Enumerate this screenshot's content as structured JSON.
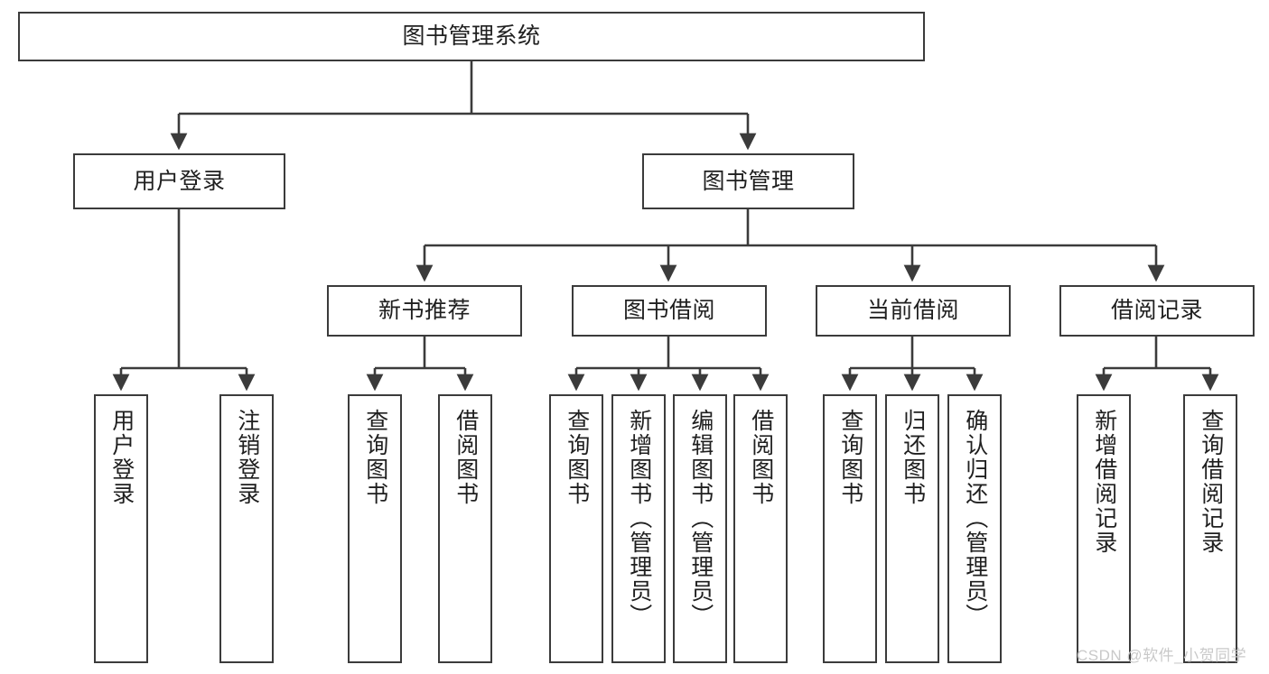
{
  "diagram": {
    "kind": "tree-hierarchy",
    "title": "图书管理系统",
    "line_color": "#3b3b3b",
    "box_fill": "#ffffff",
    "text_color": "#1f1f1f",
    "root": {
      "label": "图书管理系统"
    },
    "level2": [
      {
        "label": "用户登录"
      },
      {
        "label": "图书管理"
      }
    ],
    "level3": [
      {
        "label": "新书推荐"
      },
      {
        "label": "图书借阅"
      },
      {
        "label": "当前借阅"
      },
      {
        "label": "借阅记录"
      }
    ],
    "leaves": {
      "user_login": [
        {
          "label": "用户登录"
        },
        {
          "label": "注销登录"
        }
      ],
      "new_book_recommend": [
        {
          "label": "查询图书"
        },
        {
          "label": "借阅图书"
        }
      ],
      "book_borrow": [
        {
          "label": "查询图书"
        },
        {
          "label": "新增图书（管理员）"
        },
        {
          "label": "编辑图书（管理员）"
        },
        {
          "label": "借阅图书"
        }
      ],
      "current_borrow": [
        {
          "label": "查询图书"
        },
        {
          "label": "归还图书"
        },
        {
          "label": "确认归还（管理员）"
        }
      ],
      "borrow_record": [
        {
          "label": "新增借阅记录"
        },
        {
          "label": "查询借阅记录"
        }
      ]
    }
  },
  "watermark": {
    "text": "CSDN @软件_小贺同学"
  }
}
